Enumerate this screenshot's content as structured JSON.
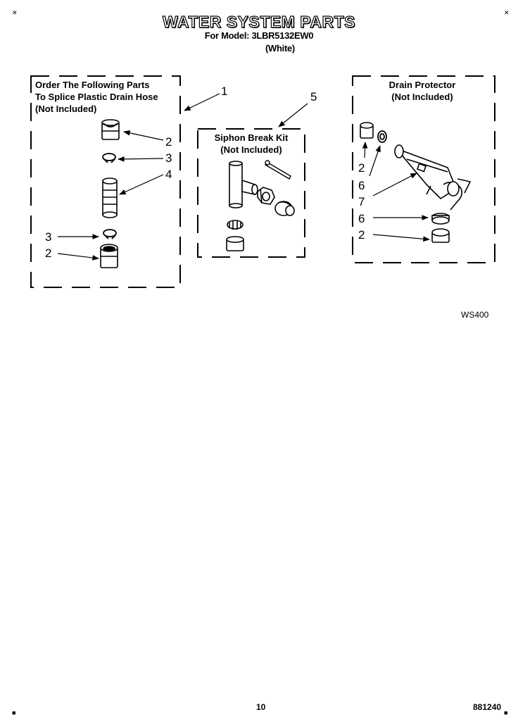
{
  "header": {
    "title": "WATER SYSTEM PARTS",
    "model_line": "For Model: 3LBR5132EW0",
    "color_line": "(White)"
  },
  "boxes": {
    "drain_hose": {
      "line1": "Order The Following Parts",
      "line2": "To Splice Plastic Drain Hose",
      "line3": "(Not Included)"
    },
    "siphon": {
      "line1": "Siphon Break Kit",
      "line2": "(Not Included)"
    },
    "drain_protector": {
      "line1": "Drain Protector",
      "line2": "(Not Included)"
    }
  },
  "callouts": {
    "c1": "1",
    "c2a": "2",
    "c3a": "3",
    "c4": "4",
    "c3b": "3",
    "c2b": "2",
    "c5": "5",
    "c2c": "2",
    "c6a": "6",
    "c7": "7",
    "c6b": "6",
    "c2d": "2"
  },
  "figure_code": "WS400",
  "footer": {
    "page_number": "10",
    "doc_number": "881240"
  }
}
